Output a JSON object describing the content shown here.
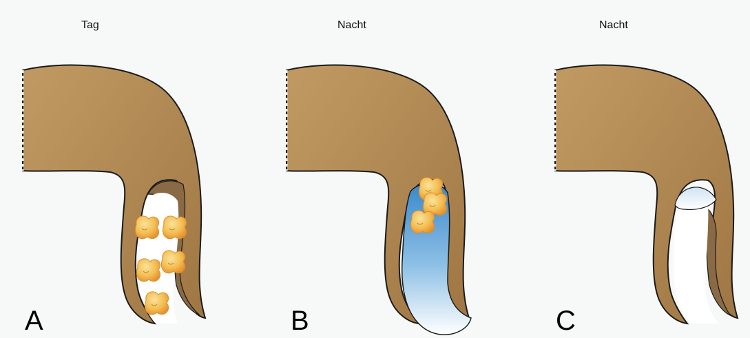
{
  "panels": [
    {
      "title": "Tag",
      "letter": "A"
    },
    {
      "title": "Nacht",
      "letter": "B"
    },
    {
      "title": "Nacht",
      "letter": "C"
    }
  ],
  "colors": {
    "background": "#f7f8f8",
    "tissue_light": "#b8915c",
    "tissue_dark": "#9b7240",
    "outline": "#1a1a1a",
    "vacuole_blue": "#3f8fd0",
    "cell_yellow": "#f2c14e",
    "cell_orange": "#e99a3a"
  }
}
